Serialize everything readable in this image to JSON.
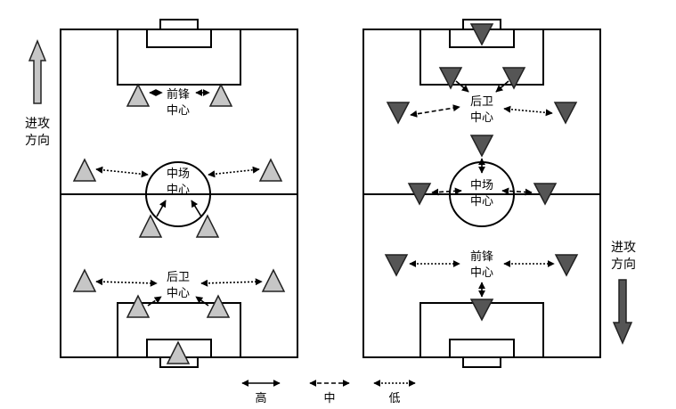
{
  "left_field": {
    "label_forward": [
      "前锋",
      "中心"
    ],
    "label_mid": [
      "中场",
      "中心"
    ],
    "label_back": [
      "后卫",
      "中心"
    ],
    "side_label": [
      "进攻",
      "方向"
    ],
    "color_light": "#c6c6c6"
  },
  "right_field": {
    "label_back": [
      "后卫",
      "中心"
    ],
    "label_mid": [
      "中场",
      "中心"
    ],
    "label_forward": [
      "前锋",
      "中心"
    ],
    "side_label": [
      "进攻",
      "方向"
    ],
    "color_dark": "#555555"
  },
  "legend": {
    "high": "高",
    "medium": "中",
    "low": "低"
  }
}
